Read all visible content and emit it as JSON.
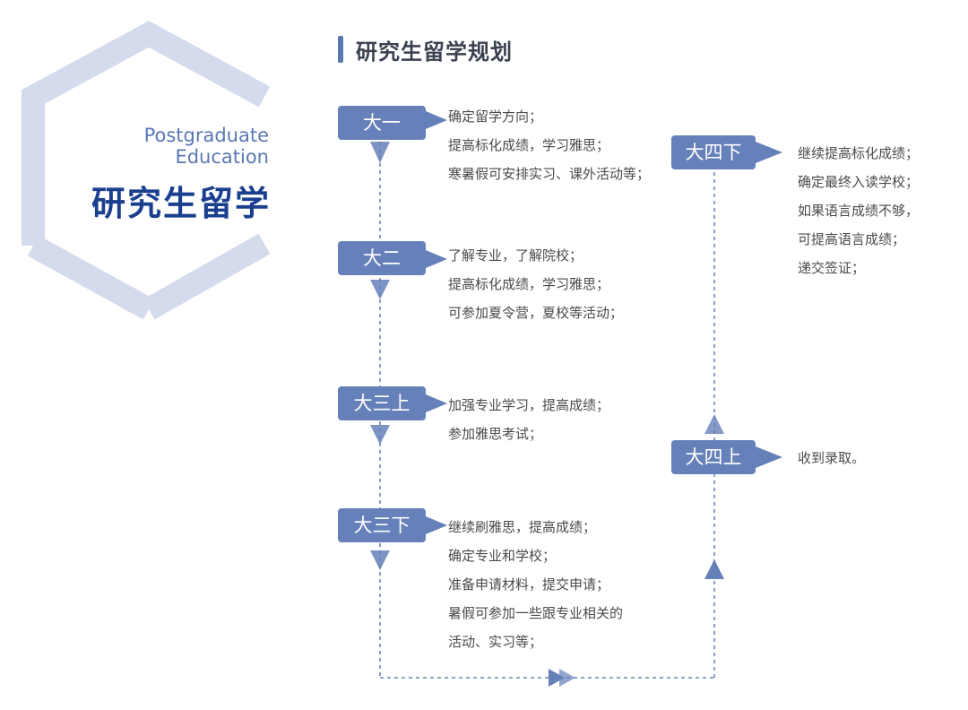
{
  "header": {
    "title": "研究生留学规划",
    "subtitle_en_line1": "Postgraduate",
    "subtitle_en_line2": "Education",
    "subtitle_cn": "研究生留学"
  },
  "colors": {
    "accent": "#5b78b3",
    "tag_fill": "#6680ba",
    "hexagon": "#d3dbec",
    "dashed_line": "#6b86bf",
    "title_blue": "#1b3f8f"
  },
  "stages": [
    {
      "id": "y1",
      "label": "大一",
      "lines": [
        "确定留学方向；",
        "提高标化成绩，学习雅思；",
        "寒暑假可安排实习、课外活动等；"
      ]
    },
    {
      "id": "y2",
      "label": "大二",
      "lines": [
        "了解专业，了解院校；",
        "提高标化成绩，学习雅思；",
        "可参加夏令营，夏校等活动；"
      ]
    },
    {
      "id": "y3a",
      "label": "大三上",
      "lines": [
        "加强专业学习，提高成绩；",
        "参加雅思考试；"
      ]
    },
    {
      "id": "y3b",
      "label": "大三下",
      "lines": [
        "继续刷雅思，提高成绩；",
        "确定专业和学校；",
        "准备申请材料，提交申请；",
        "暑假可参加一些跟专业相关的",
        "活动、实习等；"
      ]
    },
    {
      "id": "y4a",
      "label": "大四上",
      "lines": [
        "收到录取。"
      ]
    },
    {
      "id": "y4b",
      "label": "大四下",
      "lines": [
        "继续提高标化成绩；",
        "确定最终入读学校；",
        "如果语言成绩不够，",
        "可提高语言成绩；",
        "递交签证；"
      ]
    }
  ]
}
